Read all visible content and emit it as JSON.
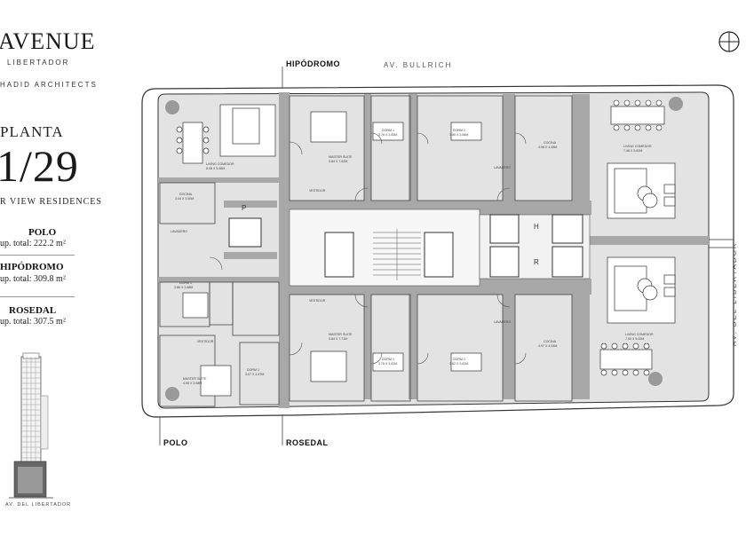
{
  "brand": {
    "title": "AVENUE",
    "subtitle": "LIBERTADOR",
    "architect": "HADID ARCHITECTS"
  },
  "plan": {
    "label": "PLANTA",
    "floor": "1/29",
    "residences": "R VIEW RESIDENCES"
  },
  "units": [
    {
      "name": "POLO",
      "area": "up. total: 222.2 m²"
    },
    {
      "name": "HIPÓDROMO",
      "area": "up. total: 309.8 m²"
    },
    {
      "name": "ROSEDAL",
      "area": "up. total: 307.5 m²"
    }
  ],
  "streets": {
    "top": "AV. BULLRICH",
    "right": "AV. DEL LIBERTADOR",
    "tower_caption": "AV. DEL LIBERTADOR"
  },
  "map_labels": {
    "hipodromo": "HIPÓDROMO",
    "polo": "POLO",
    "rosedal": "ROSEDAL"
  },
  "core_labels": {
    "p": "P",
    "h": "H",
    "r": "R"
  },
  "room_labels": [
    {
      "name": "LIVING COMEDOR",
      "dims": "8.08 X 5.58M"
    },
    {
      "name": "COCINA",
      "dims": "3.44 X 3.50M"
    },
    {
      "name": "LAVADERO",
      "dims": ""
    },
    {
      "name": "DORM 1",
      "dims": "3.86 X 3.68M"
    },
    {
      "name": "VESTIDOR",
      "dims": ""
    },
    {
      "name": "MASTER SUITE",
      "dims": "4.95 X 3.98M"
    },
    {
      "name": "DORM 1",
      "dims": "3.07 X 3.47M"
    },
    {
      "name": "MASTER SUITE",
      "dims": "3.84 X 7.62M"
    },
    {
      "name": "VESTIDOR",
      "dims": ""
    },
    {
      "name": "DORM 1",
      "dims": "3.79 X 3.83M"
    },
    {
      "name": "DORM 2",
      "dims": "3.80 X 3.84M"
    },
    {
      "name": "LAVADERO",
      "dims": ""
    },
    {
      "name": "COCINA",
      "dims": "4.96 X 4.48M"
    },
    {
      "name": "LIVING COMEDOR",
      "dims": "7.48 X 5.82M"
    },
    {
      "name": "VESTIDOR",
      "dims": ""
    },
    {
      "name": "MASTER SUITE",
      "dims": "3.84 X 7.71M"
    },
    {
      "name": "DORM 1",
      "dims": "3.75 X 3.62M"
    },
    {
      "name": "DORM 2",
      "dims": "3.82 X 3.62M"
    },
    {
      "name": "LAVADERO",
      "dims": ""
    },
    {
      "name": "COCINA",
      "dims": "4.97 X 4.54M"
    },
    {
      "name": "LIVING COMEDOR",
      "dims": "7.00 X 5.00M"
    }
  ],
  "icons": [
    "compass-icon"
  ]
}
